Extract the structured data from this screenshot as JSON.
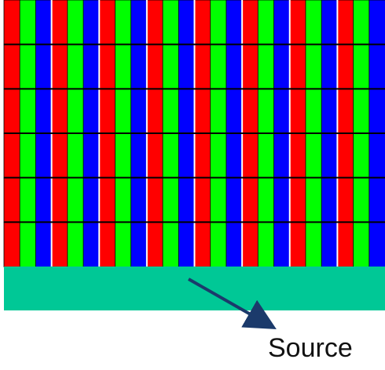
{
  "diagram": {
    "source_label": "Source",
    "subpixel_colors": [
      "#ff0000",
      "#00ff00",
      "#0000ff"
    ],
    "panel_rows": 6,
    "pixel_columns": 8,
    "source_bar_color": "#00c896",
    "arrow_color": "#1b3a6b",
    "grid_line_color": "#000000"
  }
}
